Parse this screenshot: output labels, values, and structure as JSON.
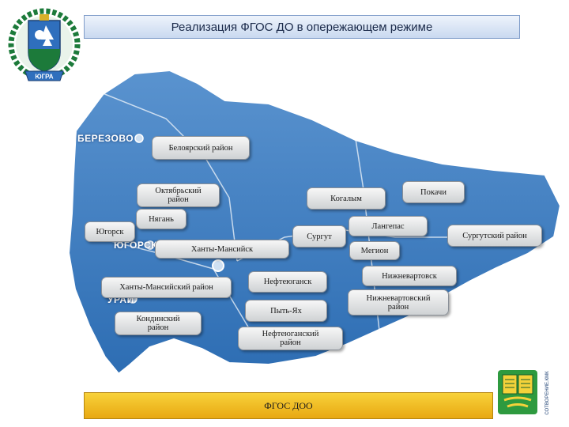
{
  "header": {
    "title": "Реализация ФГОС ДО в опережающем режиме"
  },
  "emblem": {
    "ribbon_text": "ЮГРА"
  },
  "map": {
    "city_labels": {
      "berezovo": "БЕРЕЗОВО",
      "yugorsk": "ЮГОРСК",
      "uray": "УРАЙ"
    }
  },
  "regions": {
    "beloyarsky": "Белоярский район",
    "oktyabrsky_line1": "Октябрьский",
    "oktyabrsky_line2": "район",
    "kogalym": "Когалым",
    "pokachi": "Покачи",
    "nyagan": "Нягань",
    "yugorsk": "Югорск",
    "langepas": "Лангепас",
    "surgut": "Сургут",
    "surgutsky": "Сургутский район",
    "khanty_mansiysk": "Ханты-Мансийск",
    "megion": "Мегион",
    "nizhnevartovsk": "Нижневартовск",
    "khanty_mansiysky": "Ханты-Мансийский район",
    "nefteyugansk": "Нефтеюганск",
    "nizhnevartovsky_line1": "Нижневартовский",
    "nizhnevartovsky_line2": "район",
    "kondinsky_line1": "Кондинский",
    "kondinsky_line2": "район",
    "pyt_yakh": "Пыть-Ях",
    "nefteyugansky_line1": "Нефтеюганский",
    "nefteyugansky_line2": "район"
  },
  "footer": {
    "label": "ФГОС ДОО"
  },
  "logo": {
    "caption": "СОТВОРЕНИЕ.КМК"
  },
  "colors": {
    "map_fill": "#3f7fc4",
    "map_border": "#ffffff",
    "title_border": "#7f9cc9",
    "footer_fill": "#f2c12a",
    "logo_green": "#2e9a3f",
    "logo_yellow": "#f4d23a",
    "emblem_green": "#1c7a3a"
  }
}
